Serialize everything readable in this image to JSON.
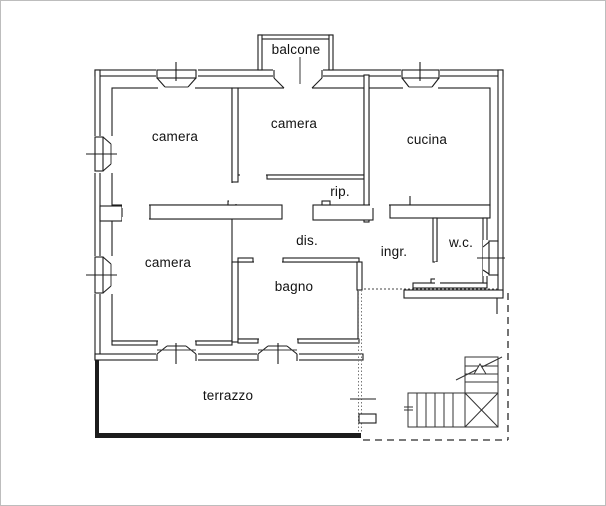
{
  "plan": {
    "background": "#ffffff",
    "line_color": "#1c1c1c",
    "border_color": "#bdbdbd",
    "labels": {
      "balcone": "balcone",
      "camera_top_left": "camera",
      "camera_top_mid": "camera",
      "cucina": "cucina",
      "rip": "rip.",
      "dis": "dis.",
      "ingr": "ingr.",
      "wc": "w.c.",
      "camera_bottom_left": "camera",
      "bagno": "bagno",
      "terrazzo": "terrazzo"
    }
  }
}
